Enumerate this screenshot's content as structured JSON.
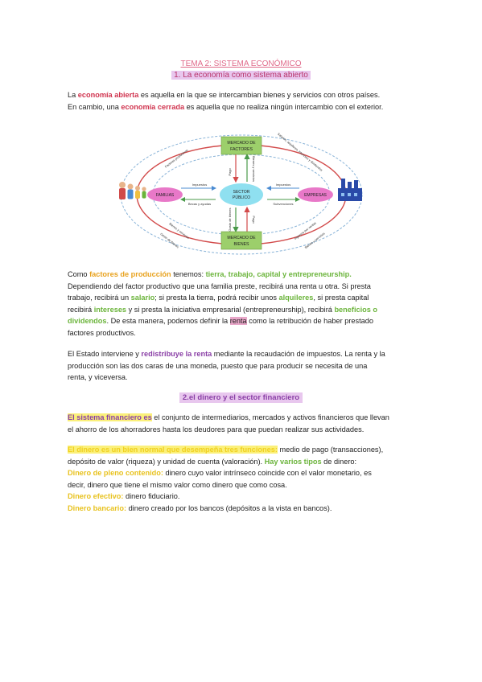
{
  "title": "TEMA 2: SISTEMA ECONÓMICO",
  "subtitle": "1. La economía como sistema abierto",
  "intro": {
    "l1a": "La ",
    "l1b": "economía abierta",
    "l1c": " es aquella en la que se intercambian bienes y servicios con otros países.",
    "l2a": "En cambio, una ",
    "l2b": "economía cerrada",
    "l2c": " es aquella que no realiza ningún intercambio con el exterior."
  },
  "diagram": {
    "mercado_factores": [
      "MERCADO DE",
      "FACTORES"
    ],
    "mercado_bienes": [
      "MERCADO DE",
      "BIENES"
    ],
    "familias": "FAMILIAS",
    "empresas": "EMPRESAS",
    "sector_publico": [
      "SECTOR",
      "PÚBLICO"
    ],
    "impuestos_l": "Impuestos",
    "impuestos_r": "Impuestos",
    "becas": "Becas y ayudas",
    "subvenciones": "Subvenciones",
    "pago": "Pago",
    "bienes_serv": "Bienes y servicios",
    "factores_prod": "Factores productivos",
    "gasto": "Gasto de bienes",
    "salarios": "Salarios, alquileres, intereses y dividendos",
    "bienes_left": "Bienes y servicios",
    "gasto_left": "Gasto de Bienes",
    "ingresos": "Ingresos por ventas",
    "bienes_right": "Bienes y servicios"
  },
  "factores": {
    "a": "Como ",
    "b": "factores de producción",
    "c": " tenemos: ",
    "d": "tierra, trabajo, capital y entrepreneurship.",
    "l2": "Dependiendo del factor productivo que una familia preste, recibirá una renta u otra. Si presta",
    "l3a": "trabajo, recibirá un ",
    "l3b": "salario",
    "l3c": "; si presta la tierra, podrá recibir unos ",
    "l3d": "alquileres",
    "l3e": ", si presta capital",
    "l4a": "recibirá ",
    "l4b": "intereses",
    "l4c": " y si presta la iniciativa empresarial (entrepreneurship), recibirá ",
    "l4d": "beneficios o",
    "l5a": "dividendos",
    "l5b": ". De esta manera, podemos definir la ",
    "l5c": "renta",
    "l5d": " como la retribución de haber prestado",
    "l6": "factores productivos."
  },
  "estado": {
    "l1a": "El Estado interviene y ",
    "l1b": "redistribuye la renta",
    "l1c": " mediante la recaudación de impuestos. La renta y la",
    "l2": "producción son las dos caras de una moneda, puesto que para producir se necesita de una",
    "l3": "renta, y viceversa."
  },
  "heading2": "2.el dinero y el sector financiero",
  "financiero": {
    "l1a": "El sistema financiero es",
    "l1b": " el conjunto de intermediarios, mercados y activos financieros que llevan",
    "l2": "el ahorro de los ahorradores hasta los deudores para que puedan realizar sus actividades."
  },
  "dinero": {
    "l1a": "El dinero es un bien normal que desempeña tres funciones:",
    "l1b": " medio de pago (transacciones),",
    "l2a": "depósito de valor (riqueza) y unidad de cuenta (valoración). ",
    "l2b": "Hay varios tipos",
    "l2c": " de dinero:",
    "l3a": "Dinero de pleno contenido:",
    "l3b": " dinero cuyo valor intrínseco coincide con el valor monetario, es",
    "l4": "decir, dinero que tiene el mismo valor como dinero que como cosa.",
    "l5a": "Dinero efectivo:",
    "l5b": " dinero fiduciario.",
    "l6a": "Dinero bancario:",
    "l6b": " dinero creado por los bancos (depósitos a la vista en bancos)."
  }
}
